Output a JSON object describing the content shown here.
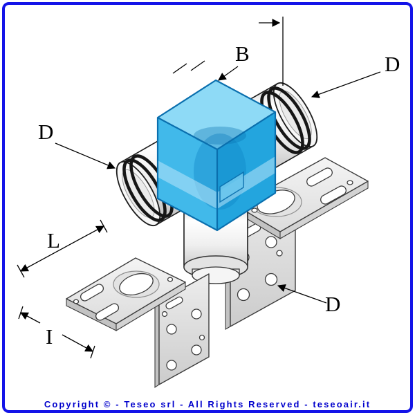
{
  "meta": {
    "colors": {
      "frame-blue": "#1313E8",
      "copyright-blue": "#0000CC",
      "cube-top": "#8EDAF6",
      "cube-left": "#41B9EA",
      "cube-right": "#23A5DE",
      "cube-edge": "#0A6FAE"
    }
  },
  "labels": {
    "b": "B",
    "d_top_right": "D",
    "d_left": "D",
    "d_bottom_right": "D",
    "l": "L",
    "i": "I"
  },
  "footer": {
    "copyright": "Copyright © - Teseo srl - All Rights Reserved - teseoair.it"
  }
}
